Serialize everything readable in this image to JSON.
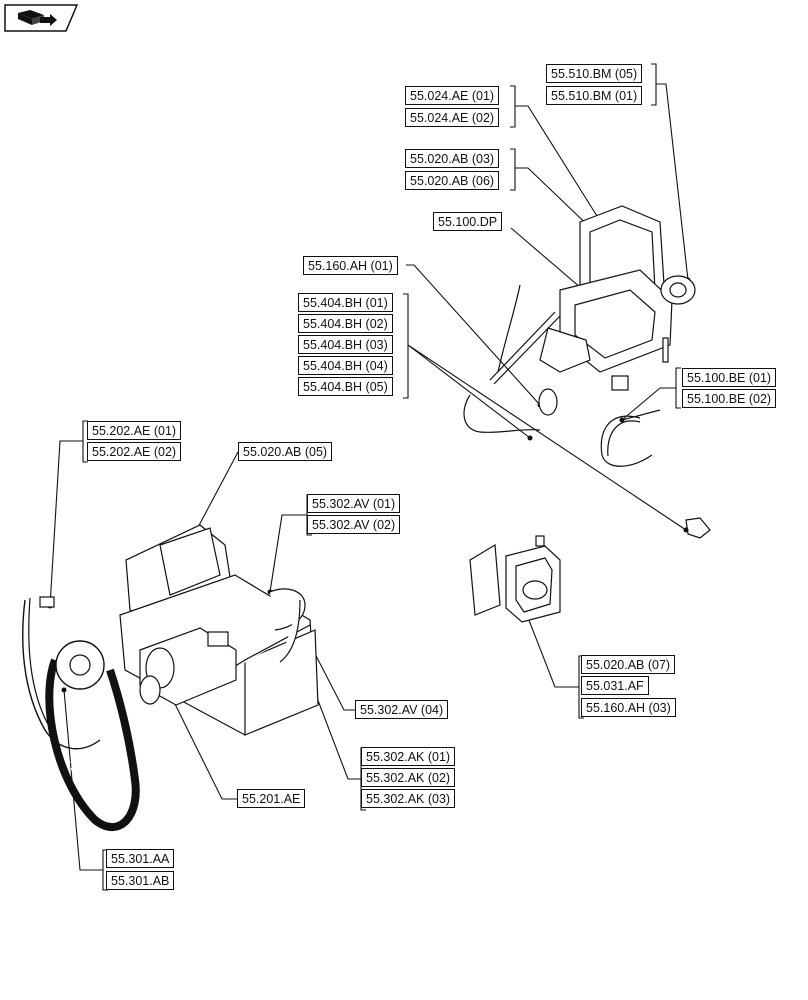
{
  "nav_icon": "book-arrow-icon",
  "labels": [
    {
      "id": "l01",
      "text": "55.510.BM (05)"
    },
    {
      "id": "l02",
      "text": "55.510.BM (01)"
    },
    {
      "id": "l03",
      "text": "55.024.AE (01)"
    },
    {
      "id": "l04",
      "text": "55.024.AE (02)"
    },
    {
      "id": "l05",
      "text": "55.020.AB (03)"
    },
    {
      "id": "l06",
      "text": "55.020.AB (06)"
    },
    {
      "id": "l07",
      "text": "55.100.DP"
    },
    {
      "id": "l08",
      "text": "55.160.AH (01)"
    },
    {
      "id": "l09",
      "text": "55.404.BH (01)"
    },
    {
      "id": "l10",
      "text": "55.404.BH (02)"
    },
    {
      "id": "l11",
      "text": "55.404.BH (03)"
    },
    {
      "id": "l12",
      "text": "55.404.BH (04)"
    },
    {
      "id": "l13",
      "text": "55.404.BH (05)"
    },
    {
      "id": "l14",
      "text": "55.100.BE (01)"
    },
    {
      "id": "l15",
      "text": "55.100.BE (02)"
    },
    {
      "id": "l16",
      "text": "55.202.AE (01)"
    },
    {
      "id": "l17",
      "text": "55.202.AE (02)"
    },
    {
      "id": "l18",
      "text": "55.020.AB (05)"
    },
    {
      "id": "l19",
      "text": "55.302.AV (01)"
    },
    {
      "id": "l20",
      "text": "55.302.AV (02)"
    },
    {
      "id": "l21",
      "text": "55.020.AB (07)"
    },
    {
      "id": "l22",
      "text": "55.031.AF"
    },
    {
      "id": "l23",
      "text": "55.160.AH (03)"
    },
    {
      "id": "l24",
      "text": "55.302.AV (04)"
    },
    {
      "id": "l25",
      "text": "55.302.AK (01)"
    },
    {
      "id": "l26",
      "text": "55.302.AK (02)"
    },
    {
      "id": "l27",
      "text": "55.302.AK (03)"
    },
    {
      "id": "l28",
      "text": "55.201.AE"
    },
    {
      "id": "l29",
      "text": "55.301.AA"
    },
    {
      "id": "l30",
      "text": "55.301.AB"
    }
  ]
}
